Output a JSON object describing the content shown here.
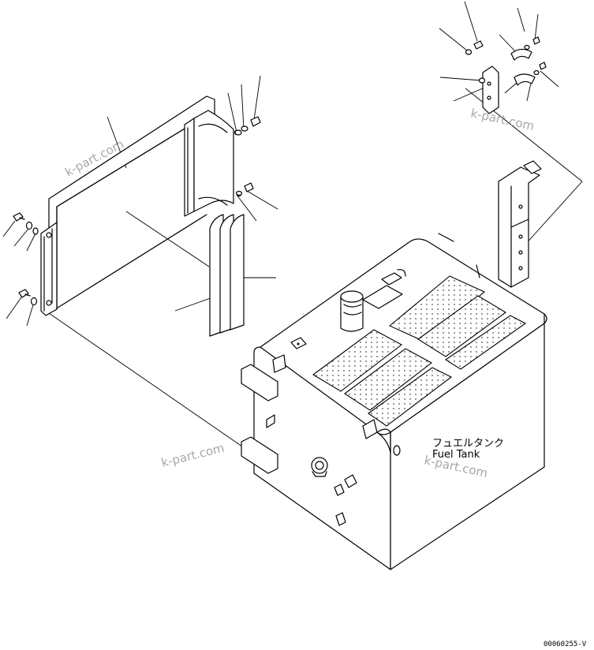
{
  "part_label": {
    "japanese": "フュエルタンク",
    "english": "Fuel Tank"
  },
  "drawing_code": "00060255-V",
  "watermarks": [
    "k-part.com",
    "k-part.com",
    "k-part.com",
    "k-part.com"
  ]
}
